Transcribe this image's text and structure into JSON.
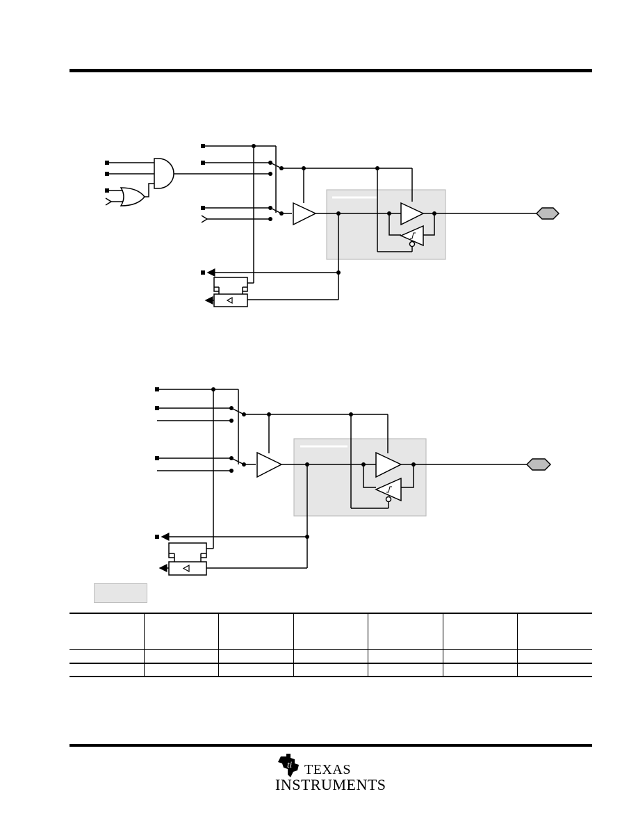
{
  "logo": {
    "line1": "TEXAS",
    "line2": "INSTRUMENTS",
    "brand_color": "#000000"
  },
  "colors": {
    "shaded_region": "#e6e6e6",
    "region_border": "#bdbdbd",
    "output_pad": "#bdbdbd"
  },
  "icons": [
    "ti-logo-icon",
    "and-gate-icon",
    "or-gate-icon",
    "buffer-icon",
    "schmitt-trigger-icon",
    "switch-icon",
    "pad-icon"
  ],
  "table": {
    "columns": 7,
    "rows": 2
  }
}
